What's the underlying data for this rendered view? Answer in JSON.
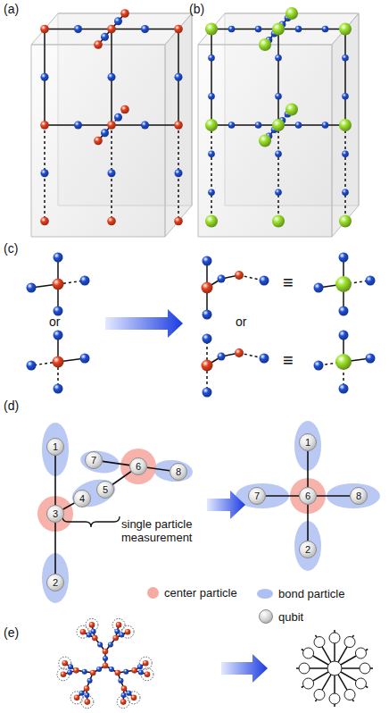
{
  "diagram": {
    "nodes": [
      {
        "text": [
          "1"
        ]
      },
      {
        "text": [
          "7"
        ]
      },
      {
        "text": [
          "6"
        ]
      },
      {
        "text": [
          "8"
        ]
      },
      {
        "text": [
          "3"
        ]
      },
      {
        "text": [
          "4"
        ]
      },
      {
        "text": [
          "5"
        ]
      },
      {
        "text": [
          "2"
        ]
      },
      {
        "text": [
          "1"
        ]
      },
      {
        "text": [
          "7"
        ]
      },
      {
        "text": [
          "6"
        ]
      },
      {
        "text": [
          "8"
        ]
      },
      {
        "text": [
          "2"
        ]
      }
    ],
    "edges": [
      {
        "from": 0,
        "to": 4,
        "arrow": "none"
      },
      {
        "from": 4,
        "to": 7,
        "arrow": "none"
      },
      {
        "from": 4,
        "to": 5,
        "arrow": "none"
      },
      {
        "from": 6,
        "to": 2,
        "arrow": "none"
      },
      {
        "from": 2,
        "to": 1,
        "arrow": "none"
      },
      {
        "from": 2,
        "to": 3,
        "arrow": "none"
      },
      {
        "from": 10,
        "to": 8,
        "arrow": "none"
      },
      {
        "from": 10,
        "to": 12,
        "arrow": "none"
      },
      {
        "from": 10,
        "to": 9,
        "arrow": "none"
      },
      {
        "from": 10,
        "to": 11,
        "arrow": "none"
      }
    ],
    "labels": [
      "(a)",
      "(b)",
      "(c)",
      "or",
      "or",
      "≡",
      "≡",
      "(d)",
      "single particle measurement",
      "(e)"
    ],
    "legend": [
      {
        "text": "center particle",
        "color": "#f5aaa2"
      },
      {
        "text": "bond particle",
        "color": "#aebff2"
      },
      {
        "text": "qubit",
        "color": "#d4d4d4"
      }
    ]
  }
}
